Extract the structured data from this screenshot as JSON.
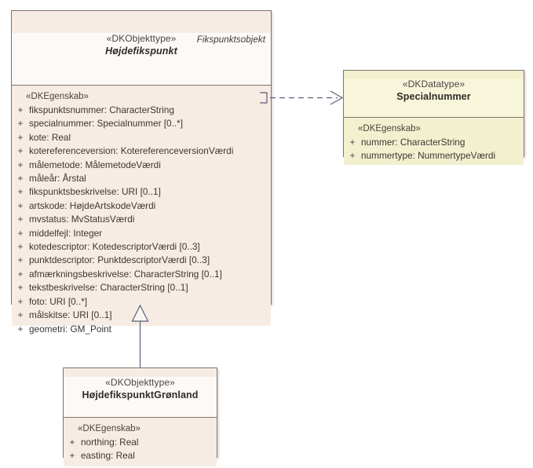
{
  "diagram": {
    "type": "uml-class-diagram",
    "background": "#ffffff",
    "colors": {
      "objecttype_header": "#fcf9f7",
      "objecttype_body": "#f7ece3",
      "datatype_header": "#f7f5da",
      "datatype_body": "#f2f0cf",
      "border": "#7e736d",
      "connector": "#5a5f77",
      "text": "#3a3634"
    }
  },
  "classes": {
    "hoejdefikspunkt": {
      "package_label": "Fikspunktsobjekt",
      "stereotype": "«DKObjekttype»",
      "name": "Højdefikspunkt",
      "is_abstract": true,
      "attribute_group_label": "«DKEgenskab»",
      "attributes": [
        {
          "visibility": "+",
          "text": "fikspunktsnummer: CharacterString"
        },
        {
          "visibility": "+",
          "text": "specialnummer: Specialnummer [0..*]"
        },
        {
          "visibility": "+",
          "text": "kote: Real"
        },
        {
          "visibility": "+",
          "text": "kotereferenceversion: KotereferenceversionVærdi"
        },
        {
          "visibility": "+",
          "text": "målemetode: MålemetodeVærdi"
        },
        {
          "visibility": "+",
          "text": "måleår: Årstal"
        },
        {
          "visibility": "+",
          "text": "fikspunktsbeskrivelse: URI [0..1]"
        },
        {
          "visibility": "+",
          "text": "artskode: HøjdeArtskodeVærdi"
        },
        {
          "visibility": "+",
          "text": "mvstatus: MvStatusVærdi"
        },
        {
          "visibility": "+",
          "text": "middelfejl: Integer"
        },
        {
          "visibility": "+",
          "text": "kotedescriptor: KotedescriptorVærdi [0..3]"
        },
        {
          "visibility": "+",
          "text": "punktdescriptor: PunktdescriptorVærdi [0..3]"
        },
        {
          "visibility": "+",
          "text": "afmærkningsbeskrivelse: CharacterString [0..1]"
        },
        {
          "visibility": "+",
          "text": "tekstbeskrivelse: CharacterString [0..1]"
        },
        {
          "visibility": "+",
          "text": "foto: URI [0..*]"
        },
        {
          "visibility": "+",
          "text": "målskitse: URI [0..1]"
        },
        {
          "visibility": "+",
          "text": "geometri: GM_Point"
        }
      ]
    },
    "specialnummer": {
      "stereotype": "«DKDatatype»",
      "name": "Specialnummer",
      "is_abstract": false,
      "attribute_group_label": "«DKEgenskab»",
      "attributes": [
        {
          "visibility": "+",
          "text": "nummer: CharacterString"
        },
        {
          "visibility": "+",
          "text": "nummertype: NummertypeVærdi"
        }
      ]
    },
    "hoejdefikspunkt_groenland": {
      "stereotype": "«DKObjekttype»",
      "name": "HøjdefikspunktGrønland",
      "is_abstract": false,
      "attribute_group_label": "«DKEgenskab»",
      "attributes": [
        {
          "visibility": "+",
          "text": "northing: Real"
        },
        {
          "visibility": "+",
          "text": "easting: Real"
        }
      ]
    }
  },
  "connectors": [
    {
      "id": "dependency-specialnummer",
      "kind": "dependency",
      "line_style": "dashed",
      "arrowhead": "open",
      "from": "Højdefikspunkt",
      "to": "Specialnummer"
    },
    {
      "id": "generalization-groenland",
      "kind": "generalization",
      "line_style": "solid",
      "arrowhead": "hollow-triangle",
      "from": "HøjdefikspunktGrønland",
      "to": "Højdefikspunkt"
    }
  ]
}
